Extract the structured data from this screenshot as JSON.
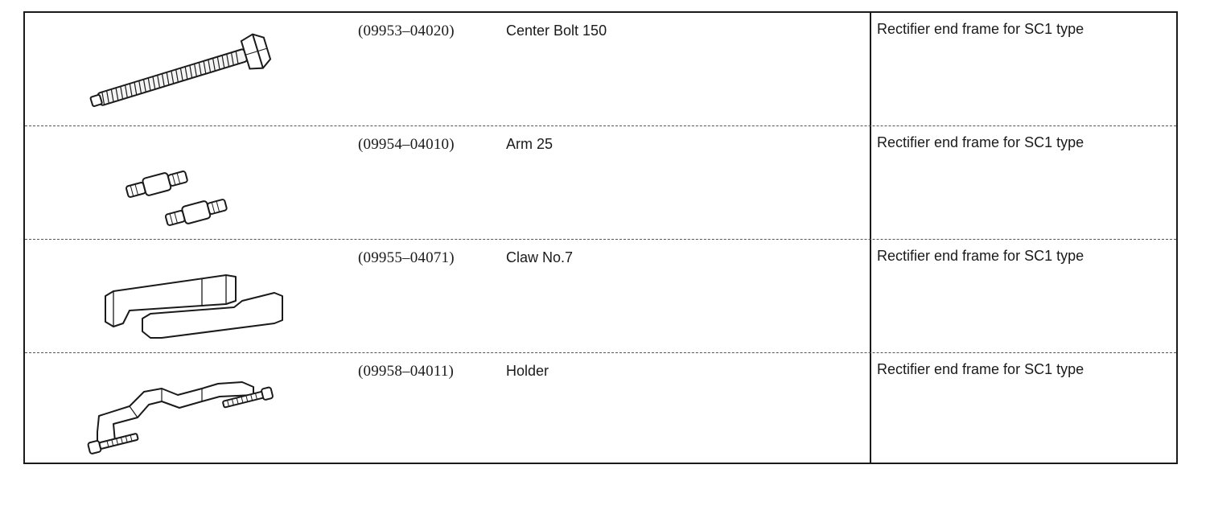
{
  "tools": [
    {
      "part_number": "(09953–04020)",
      "name": "Center Bolt 150",
      "use": "Rectifier end frame for SC1 type",
      "icon": "center-bolt-icon"
    },
    {
      "part_number": "(09954–04010)",
      "name": "Arm 25",
      "use": "Rectifier end frame for SC1 type",
      "icon": "arm-icon"
    },
    {
      "part_number": "(09955–04071)",
      "name": "Claw No.7",
      "use": "Rectifier end frame for SC1 type",
      "icon": "claw-icon"
    },
    {
      "part_number": "(09958–04011)",
      "name": "Holder",
      "use": "Rectifier end frame for SC1 type",
      "icon": "holder-icon"
    }
  ],
  "colors": {
    "ink": "#1a1a1a",
    "paper": "#ffffff"
  }
}
